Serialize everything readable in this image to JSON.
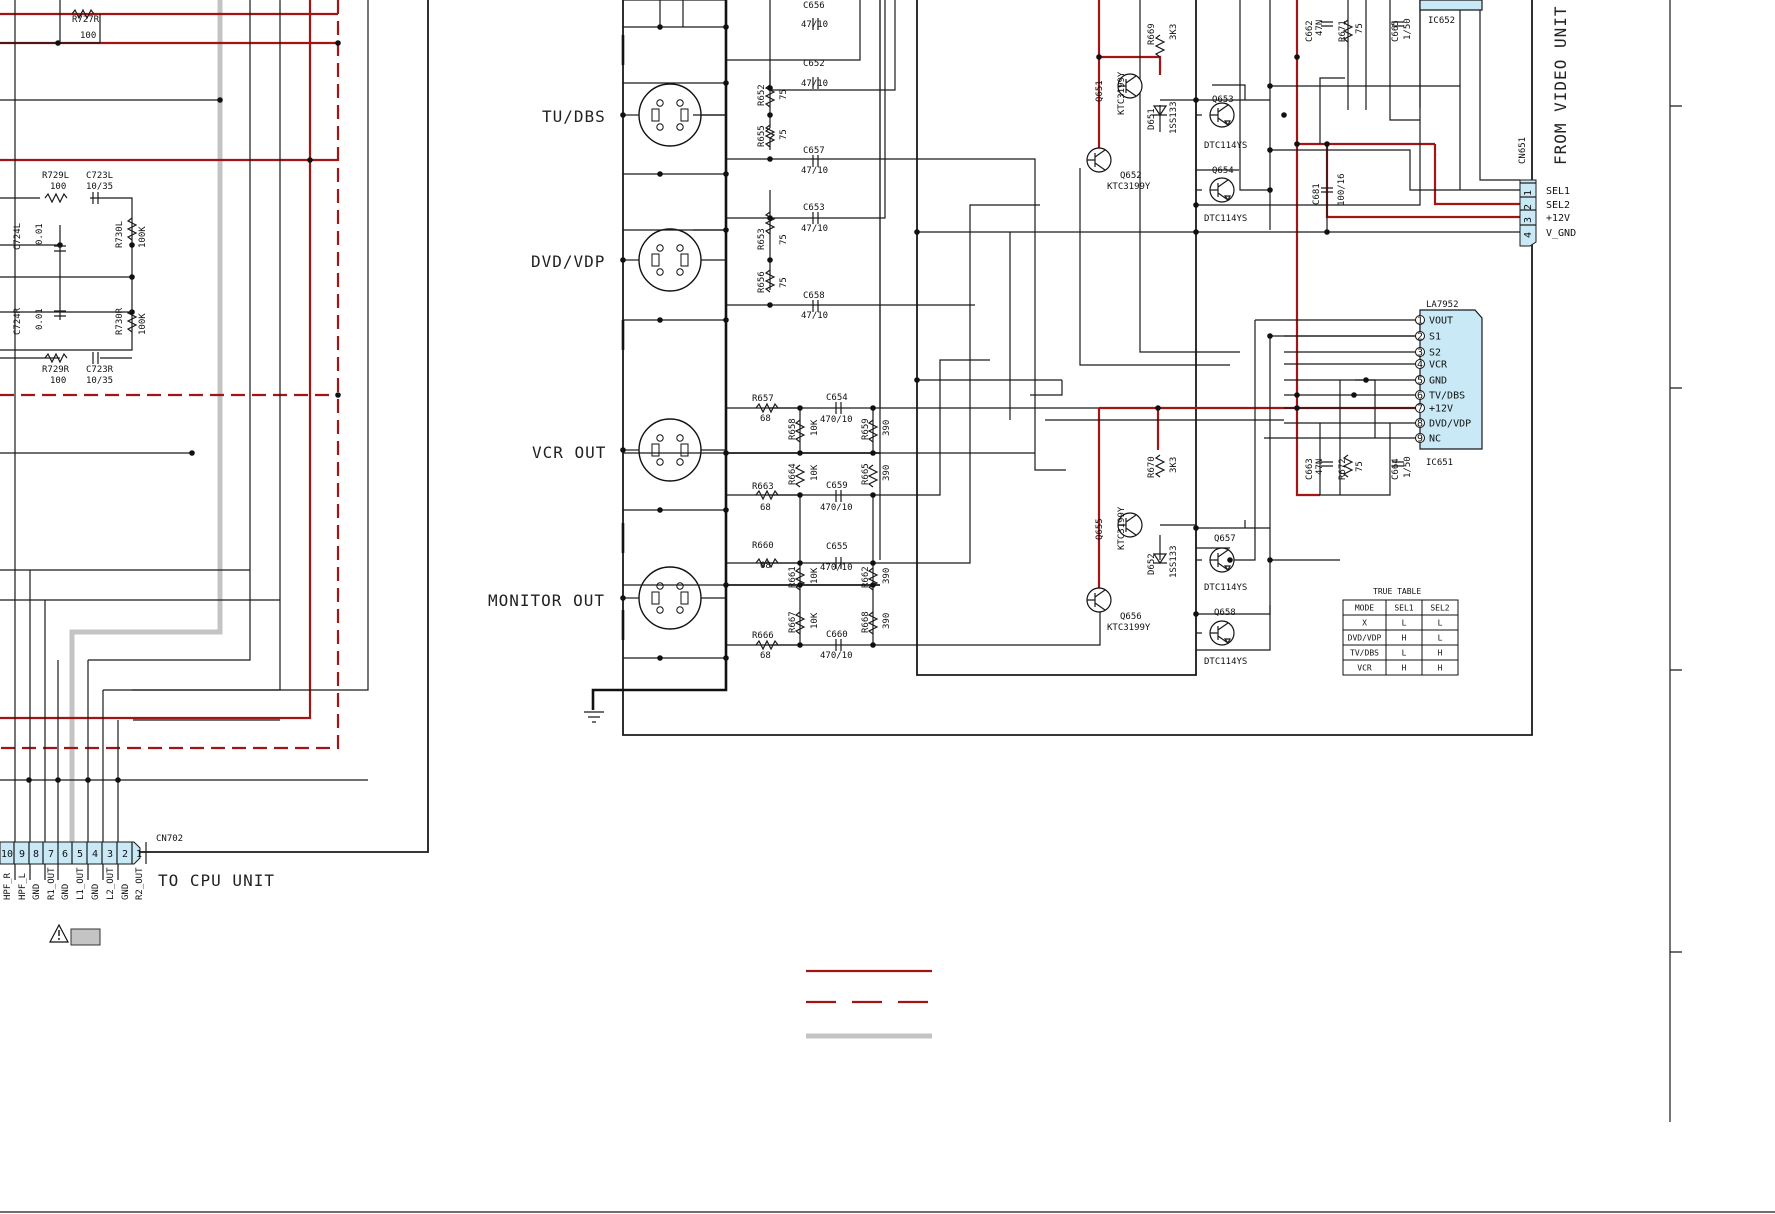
{
  "jack_labels": {
    "tv_dbs": "TU/DBS",
    "dvd_vdp": "DVD/VDP",
    "vcr_out": "VCR OUT",
    "monitor_out": "MONITOR OUT"
  },
  "side_labels": {
    "from_video_unit": "FROM VIDEO UNIT",
    "to_cpu_unit": "TO CPU UNIT"
  },
  "connector_cn702": {
    "name": "CN702",
    "pin_numbers": [
      "10",
      "9",
      "8",
      "7",
      "6",
      "5",
      "4",
      "3",
      "2",
      "1"
    ],
    "pin_names": [
      "HPF_R",
      "HPF_L",
      "GND",
      "R1_OUT",
      "GND",
      "L1_OUT",
      "GND",
      "L2_OUT",
      "GND",
      "R2_OUT"
    ]
  },
  "connector_cn651": {
    "name": "CN651",
    "pin_numbers": [
      "1",
      "2",
      "3",
      "4"
    ],
    "pin_names": [
      "SEL1",
      "SEL2",
      "+12V",
      "V_GND"
    ]
  },
  "ic_la7952": {
    "name": "LA7952",
    "ref": "IC651",
    "pins": [
      {
        "num": "1",
        "name": "VOUT"
      },
      {
        "num": "2",
        "name": "S1"
      },
      {
        "num": "3",
        "name": "S2"
      },
      {
        "num": "4",
        "name": "VCR"
      },
      {
        "num": "5",
        "name": "GND"
      },
      {
        "num": "6",
        "name": "TV/DBS"
      },
      {
        "num": "7",
        "name": "+12V"
      },
      {
        "num": "8",
        "name": "DVD/VDP"
      },
      {
        "num": "9",
        "name": "NC"
      }
    ]
  },
  "ic652_label": "IC652",
  "truth_table": {
    "title": "TRUE TABLE",
    "headers": [
      "MODE",
      "SEL1",
      "SEL2"
    ],
    "rows": [
      [
        "X",
        "L",
        "L"
      ],
      [
        "DVD/VDP",
        "H",
        "L"
      ],
      [
        "TV/DBS",
        "L",
        "H"
      ],
      [
        "VCR",
        "H",
        "H"
      ]
    ]
  },
  "parts": {
    "r727r": "R727R",
    "r727r_v": "100",
    "r729l": "R729L",
    "r729l_v": "100",
    "c723l": "C723L",
    "c723l_v": "10/35",
    "c724l": "C724L",
    "c724l_v": "0.01",
    "r730l": "R730L",
    "r730l_v": "100K",
    "c724r": "C724R",
    "c724r_v": "0.01",
    "r730r": "R730R",
    "r730r_v": "100K",
    "r729r": "R729R",
    "r729r_v": "100",
    "c723r": "C723R",
    "c723r_v": "10/35",
    "c656": "C656",
    "c656_v": "47/10",
    "c652": "C652",
    "c652_v": "47/10",
    "c657": "C657",
    "c657_v": "47/10",
    "c653": "C653",
    "c653_v": "47/10",
    "c658": "C658",
    "c658_v": "47/10",
    "r652": "R652",
    "r652_v": "75",
    "r655": "R655",
    "r655_v": "75",
    "r653": "R653",
    "r653_v": "75",
    "r656": "R656",
    "r656_v": "75",
    "r657": "R657",
    "r657_v": "68",
    "r658": "R658",
    "r658_v": "10K",
    "c654": "C654",
    "c654_v": "470/10",
    "r659": "R659",
    "r659_v": "390",
    "r664": "R664",
    "r664_v": "10K",
    "r663": "R663",
    "r663_v": "68",
    "c659": "C659",
    "c659_v": "470/10",
    "r665": "R665",
    "r665_v": "390",
    "r660": "R660",
    "r660_v": "68",
    "c655": "C655",
    "c655_v": "470/10",
    "r661": "R661",
    "r661_v": "10K",
    "r662": "R662",
    "r662_v": "390",
    "r667": "R667",
    "r667_v": "10K",
    "r668": "R668",
    "r668_v": "390",
    "r666": "R666",
    "r666_v": "68",
    "c660": "C660",
    "c660_v": "470/10",
    "r669": "R669",
    "r669_v": "3K3",
    "r670": "R670",
    "r670_v": "3K3",
    "q651": "Q651",
    "q651_t": "KTC3199Y",
    "q652": "Q652",
    "q652_t": "KTC3199Y",
    "q653": "Q653",
    "q653_t": "DTC114YS",
    "q654": "Q654",
    "q654_t": "DTC114YS",
    "q655": "Q655",
    "q655_t": "KTC3199Y",
    "q656": "Q656",
    "q656_t": "KTC3199Y",
    "q657": "Q657",
    "q657_t": "DTC114YS",
    "q658": "Q658",
    "q658_t": "DTC114YS",
    "d651": "D651",
    "d651_t": "1SS133",
    "d652": "D652",
    "d652_t": "1SS133",
    "c662": "C662",
    "c662_v": "47N",
    "r671": "R671",
    "r671_v": "75",
    "c665": "C665",
    "c665_v": "1/50",
    "c681": "C681",
    "c681_v": "100/16",
    "c663": "C663",
    "c663_v": "47N",
    "r672": "R672",
    "r672_v": "75",
    "c664": "C664",
    "c664_v": "1/50"
  },
  "colors": {
    "power_line": "#a31515",
    "ground_line": "#c4c4c4",
    "ic_fill": "#c9e9f6"
  }
}
